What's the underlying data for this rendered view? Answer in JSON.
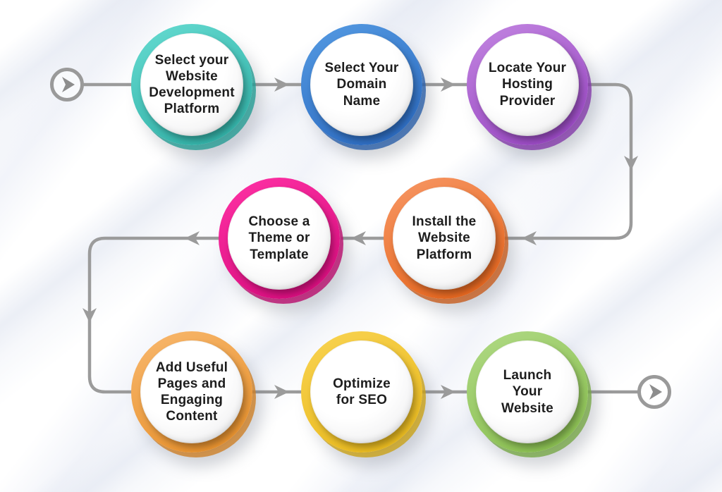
{
  "diagram": {
    "connector_color": "#9b9b9b",
    "text_color": "#1d1d1d",
    "background_stripe_color": "#e2e7f2",
    "start_terminal": {
      "icon": "play-icon"
    },
    "end_terminal": {
      "icon": "play-icon"
    },
    "steps": [
      {
        "order": 1,
        "label": "Select your Website Development Platform",
        "lines": [
          "Select your",
          "Website",
          "Development",
          "Platform"
        ],
        "ring_colors": [
          "#5fd6cc",
          "#33b2a8"
        ],
        "shadow_color": "#259c93"
      },
      {
        "order": 2,
        "label": "Select Your Domain Name",
        "lines": [
          "Select Your",
          "Domain",
          "Name"
        ],
        "ring_colors": [
          "#4f94de",
          "#2e6dc2"
        ],
        "shadow_color": "#2a5fa8"
      },
      {
        "order": 3,
        "label": "Locate Your Hosting Provider",
        "lines": [
          "Locate Your",
          "Hosting",
          "Provider"
        ],
        "ring_colors": [
          "#bd7edd",
          "#9a49c3"
        ],
        "shadow_color": "#8339a9"
      },
      {
        "order": 4,
        "label": "Install the Website Platform",
        "lines": [
          "Install the",
          "Website",
          "Platform"
        ],
        "ring_colors": [
          "#f5915c",
          "#e6671f"
        ],
        "shadow_color": "#c75d1e"
      },
      {
        "order": 5,
        "label": "Choose a Theme or Template",
        "lines": [
          "Choose a",
          "Theme or",
          "Template"
        ],
        "ring_colors": [
          "#fa2da0",
          "#d90e7f"
        ],
        "shadow_color": "#b80d6c"
      },
      {
        "order": 6,
        "label": "Add Useful Pages and Engaging Content",
        "lines": [
          "Add Useful",
          "Pages and",
          "Engaging",
          "Content"
        ],
        "ring_colors": [
          "#f6b366",
          "#e8922e"
        ],
        "shadow_color": "#cd7f27"
      },
      {
        "order": 7,
        "label": "Optimize for SEO",
        "lines": [
          "Optimize",
          "for SEO"
        ],
        "ring_colors": [
          "#f7d04b",
          "#e9ba1f"
        ],
        "shadow_color": "#c9a118"
      },
      {
        "order": 8,
        "label": "Launch Your Website",
        "lines": [
          "Launch",
          "Your",
          "Website"
        ],
        "ring_colors": [
          "#abd67e",
          "#8bc052"
        ],
        "shadow_color": "#77a847"
      }
    ]
  }
}
